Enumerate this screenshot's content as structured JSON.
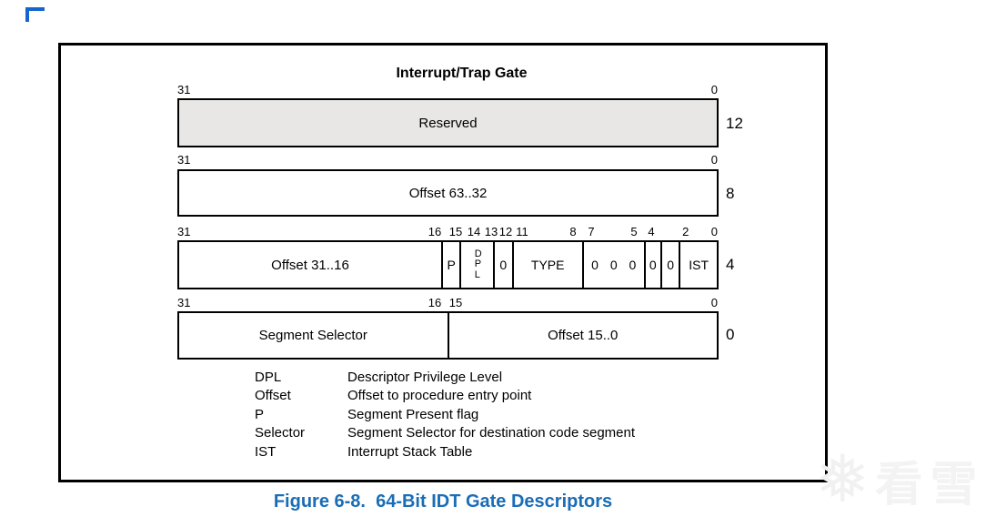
{
  "figure": {
    "title": "Interrupt/Trap Gate",
    "rows": [
      {
        "byte_offset": "12",
        "bit_labels": {
          "left": "31",
          "right": "0"
        },
        "cells": [
          {
            "label": "Reserved",
            "bits": 32
          }
        ]
      },
      {
        "byte_offset": "8",
        "bit_labels": {
          "left": "31",
          "right": "0"
        },
        "cells": [
          {
            "label": "Offset 63..32",
            "bits": 32
          }
        ]
      },
      {
        "byte_offset": "4",
        "bit_labels": {
          "left": "31",
          "inner": [
            "16",
            "15",
            "14",
            "13",
            "12",
            "11",
            "8",
            "7",
            "5",
            "4",
            "2"
          ],
          "right": "0"
        },
        "cells": [
          {
            "label": "Offset 31..16",
            "bits": 16
          },
          {
            "label": "P",
            "bits": 1
          },
          {
            "label": "DPL",
            "bits": 2
          },
          {
            "label": "0",
            "bits": 1
          },
          {
            "label": "TYPE",
            "bits": 4
          },
          {
            "label": "0 0 0",
            "bits": 3
          },
          {
            "label": "0",
            "bits": 1
          },
          {
            "label": "0",
            "bits": 1
          },
          {
            "label": "IST",
            "bits": 3
          }
        ]
      },
      {
        "byte_offset": "0",
        "bit_labels": {
          "left": "31",
          "inner": [
            "16",
            "15"
          ],
          "right": "0"
        },
        "cells": [
          {
            "label": "Segment Selector",
            "bits": 16
          },
          {
            "label": "Offset 15..0",
            "bits": 16
          }
        ]
      }
    ],
    "legend": [
      {
        "term": "DPL",
        "definition": "Descriptor Privilege Level"
      },
      {
        "term": "Offset",
        "definition": "Offset to procedure entry point"
      },
      {
        "term": "P",
        "definition": "Segment Present flag"
      },
      {
        "term": "Selector",
        "definition": "Segment Selector for destination code segment"
      },
      {
        "term": "IST",
        "definition": "Interrupt Stack Table"
      }
    ]
  },
  "caption": "Figure 6-8.  64-Bit IDT Gate Descriptors",
  "watermark": {
    "icon": "snowflake-icon",
    "text": "看雪"
  },
  "colors": {
    "caption_blue": "#1a6db6",
    "corner_blue": "#1565cc",
    "reserved_fill": "#e8e7e5",
    "border_black": "#000000",
    "watermark_gray": "#f1f1f1"
  }
}
